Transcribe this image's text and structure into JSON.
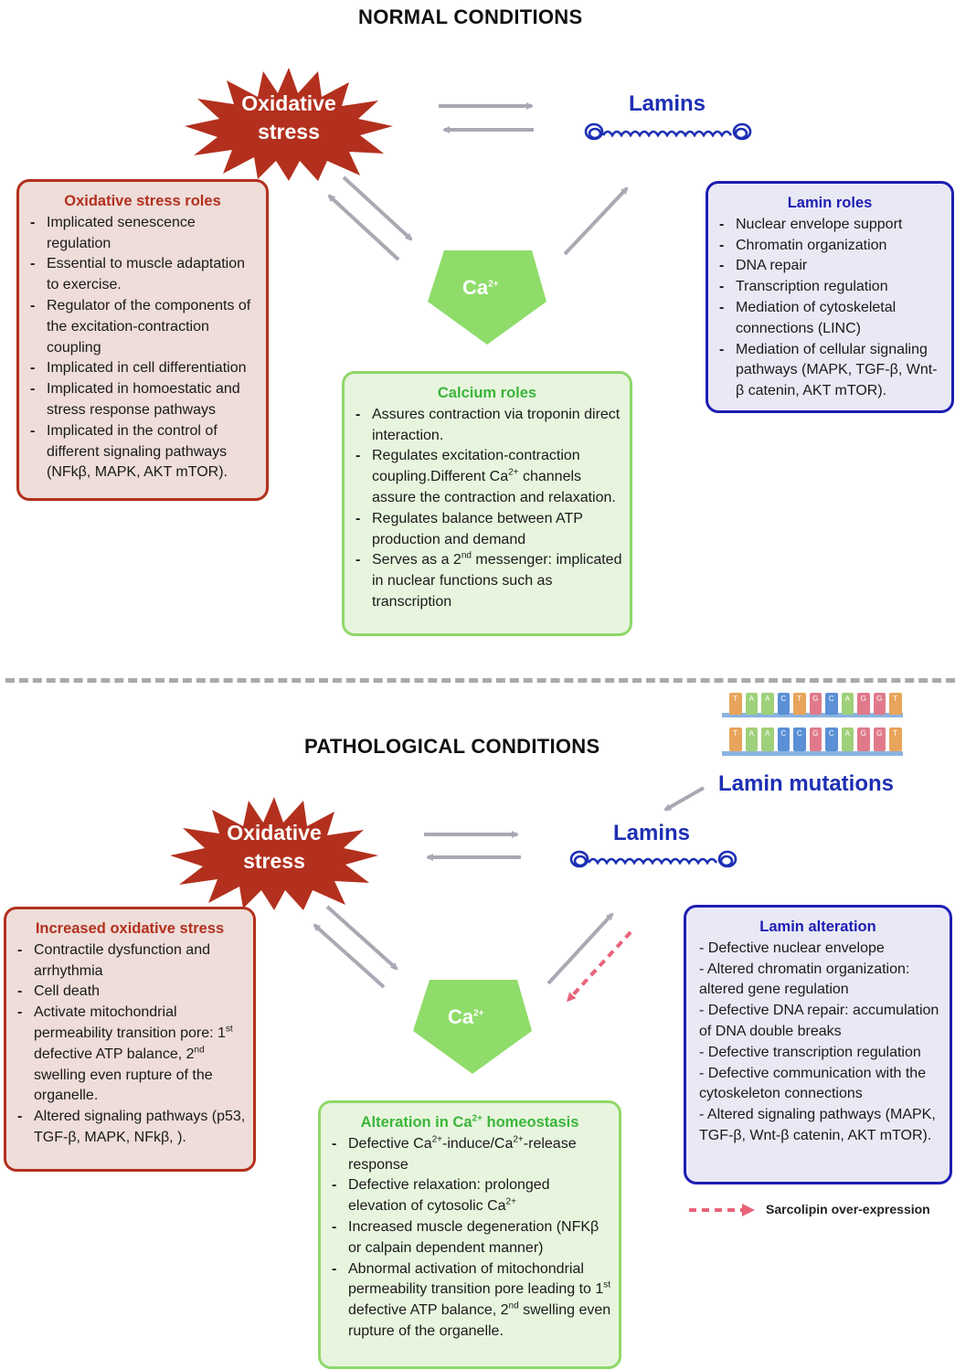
{
  "normal": {
    "title": "NORMAL CONDITIONS",
    "oxidative_label_line1": "Oxidative",
    "oxidative_label_line2": "stress",
    "lamins_label": "Lamins",
    "ca_label": "Ca",
    "ca_sup": "2+",
    "oxidative_roles": {
      "heading": "Oxidative stress roles",
      "items": [
        "Implicated senescence regulation",
        "Essential to muscle adaptation to exercise.",
        "Regulator of the components of the excitation-contraction coupling",
        "Implicated in cell differentiation",
        "Implicated in homoestatic and stress response pathways",
        "Implicated in the control of different signaling pathways (NFkβ, MAPK, AKT mTOR)."
      ]
    },
    "lamin_roles": {
      "heading": "Lamin roles",
      "items": [
        "Nuclear envelope support",
        "Chromatin organization",
        "DNA repair",
        "Transcription regulation",
        "Mediation of cytoskeletal connections (LINC)",
        "Mediation of cellular signaling pathways (MAPK, TGF-β, Wnt-β catenin, AKT mTOR)."
      ]
    },
    "calcium_roles": {
      "heading": "Calcium roles",
      "item1": "Assures contraction via troponin direct interaction.",
      "item2_a": "Regulates excitation-contraction coupling.Different Ca",
      "item2_sup": "2+",
      "item2_b": " channels assure the contraction and relaxation.",
      "item3": "Regulates balance between ATP production and demand",
      "item4_a": "Serves as a 2",
      "item4_sup": "nd",
      "item4_b": " messenger: implicated in nuclear functions such as transcription"
    }
  },
  "pathological": {
    "title": "PATHOLOGICAL CONDITIONS",
    "lamin_mutations_label": "Lamin mutations",
    "dna_top": [
      "T",
      "A",
      "A",
      "C",
      "T",
      "G",
      "C",
      "A",
      "G",
      "G",
      "T"
    ],
    "dna_bottom": [
      "T",
      "A",
      "A",
      "C",
      "C",
      "G",
      "C",
      "A",
      "G",
      "G",
      "T"
    ],
    "oxidative_label_line1": "Oxidative",
    "oxidative_label_line2": "stress",
    "lamins_label": "Lamins",
    "ca_label": "Ca",
    "ca_sup": "2+",
    "increased_oxidative": {
      "heading": "Increased oxidative stress",
      "item1": "Contractile dysfunction and arrhythmia",
      "item2": "Cell death",
      "item3_a": "Activate mitochondrial permeability transition pore: 1",
      "item3_sup1": "st",
      "item3_b": " defective ATP balance, 2",
      "item3_sup2": "nd",
      "item3_c": " swelling even rupture of the organelle.",
      "item4": "Altered signaling pathways (p53, TGF-β, MAPK, NFkβ, )."
    },
    "lamin_alteration": {
      "heading": "Lamin alteration",
      "items": [
        "- Defective nuclear envelope",
        "- Altered chromatin organization: altered gene regulation",
        "- Defective DNA repair: accumulation of DNA double breaks",
        "- Defective transcription regulation",
        "- Defective communication with the cytoskeleton connections",
        "- Altered signaling pathways (MAPK, TGF-β, Wnt-β catenin, AKT mTOR)."
      ]
    },
    "calcium_alteration": {
      "heading_a": "Alteration in Ca",
      "heading_sup": "2+",
      "heading_b": " homeostasis",
      "item1_a": "Defective Ca",
      "item1_sup1": "2+",
      "item1_b": "-induce/Ca",
      "item1_sup2": "2+",
      "item1_c": "-release response",
      "item2_a": "Defective relaxation: prolonged elevation of cytosolic Ca",
      "item2_sup": "2+",
      "item3": "Increased muscle degeneration (NFKβ or calpain dependent manner)",
      "item4_a": "Abnormal activation of mitochondrial permeability transition pore leading to 1",
      "item4_sup1": "st",
      "item4_b": " defective ATP balance, 2",
      "item4_sup2": "nd",
      "item4_c": "  swelling even rupture of the organelle."
    },
    "legend_label": "Sarcolipin over-expression"
  },
  "colors": {
    "star": "#b3301e",
    "pentagon": "#8fdc6a",
    "arrow": "#a9a9b4",
    "lamin_blue": "#1d2fb3",
    "dashed_arrow": "#e8637a"
  }
}
